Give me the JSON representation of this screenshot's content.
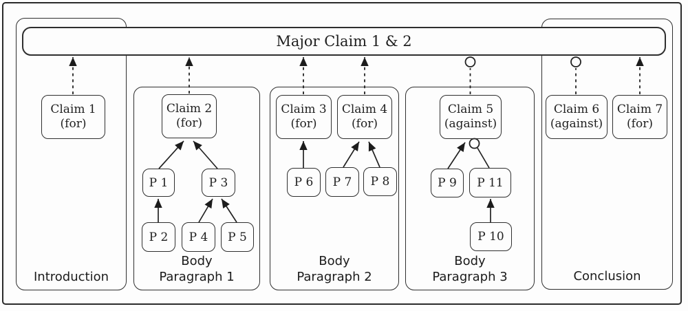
{
  "major_claim": {
    "label": "Major Claim 1 & 2"
  },
  "sections": [
    {
      "name": "introduction",
      "line1": "Introduction",
      "line2": ""
    },
    {
      "name": "body-paragraph-1",
      "line1": "Body",
      "line2": "Paragraph 1"
    },
    {
      "name": "body-paragraph-2",
      "line1": "Body",
      "line2": "Paragraph 2"
    },
    {
      "name": "body-paragraph-3",
      "line1": "Body",
      "line2": "Paragraph 3"
    },
    {
      "name": "conclusion",
      "line1": "Conclusion",
      "line2": ""
    }
  ],
  "claims": [
    {
      "name": "claim-1",
      "title": "Claim 1",
      "stance": "(for)",
      "section": "introduction",
      "links_to": "major-claim",
      "relation": "supports"
    },
    {
      "name": "claim-2",
      "title": "Claim 2",
      "stance": "(for)",
      "section": "body-paragraph-1",
      "links_to": "major-claim",
      "relation": "supports"
    },
    {
      "name": "claim-3",
      "title": "Claim 3",
      "stance": "(for)",
      "section": "body-paragraph-2",
      "links_to": "major-claim",
      "relation": "supports"
    },
    {
      "name": "claim-4",
      "title": "Claim 4",
      "stance": "(for)",
      "section": "body-paragraph-2",
      "links_to": "major-claim",
      "relation": "supports"
    },
    {
      "name": "claim-5",
      "title": "Claim 5",
      "stance": "(against)",
      "section": "body-paragraph-3",
      "links_to": "major-claim",
      "relation": "attacks"
    },
    {
      "name": "claim-6",
      "title": "Claim 6",
      "stance": "(against)",
      "section": "conclusion",
      "links_to": "major-claim",
      "relation": "attacks"
    },
    {
      "name": "claim-7",
      "title": "Claim 7",
      "stance": "(for)",
      "section": "conclusion",
      "links_to": "major-claim",
      "relation": "supports"
    }
  ],
  "premises": [
    {
      "name": "p1",
      "label": "P 1",
      "links_to": "claim-2",
      "relation": "supports"
    },
    {
      "name": "p2",
      "label": "P 2",
      "links_to": "p1",
      "relation": "supports"
    },
    {
      "name": "p3",
      "label": "P 3",
      "links_to": "claim-2",
      "relation": "supports"
    },
    {
      "name": "p4",
      "label": "P 4",
      "links_to": "p3",
      "relation": "supports"
    },
    {
      "name": "p5",
      "label": "P 5",
      "links_to": "p3",
      "relation": "supports"
    },
    {
      "name": "p6",
      "label": "P 6",
      "links_to": "claim-3",
      "relation": "supports"
    },
    {
      "name": "p7",
      "label": "P 7",
      "links_to": "claim-4",
      "relation": "supports"
    },
    {
      "name": "p8",
      "label": "P 8",
      "links_to": "claim-4",
      "relation": "supports"
    },
    {
      "name": "p9",
      "label": "P 9",
      "links_to": "claim-5",
      "relation": "supports"
    },
    {
      "name": "p10",
      "label": "P 10",
      "links_to": "p11",
      "relation": "supports"
    },
    {
      "name": "p11",
      "label": "P 11",
      "links_to": "claim-5",
      "relation": "attacks"
    }
  ],
  "markers": {
    "support": "filled-arrowhead",
    "attack": "open-circle"
  },
  "colors": {
    "stroke": "#222222",
    "text": "#1f1f1f",
    "background": "#fdfdfd"
  }
}
